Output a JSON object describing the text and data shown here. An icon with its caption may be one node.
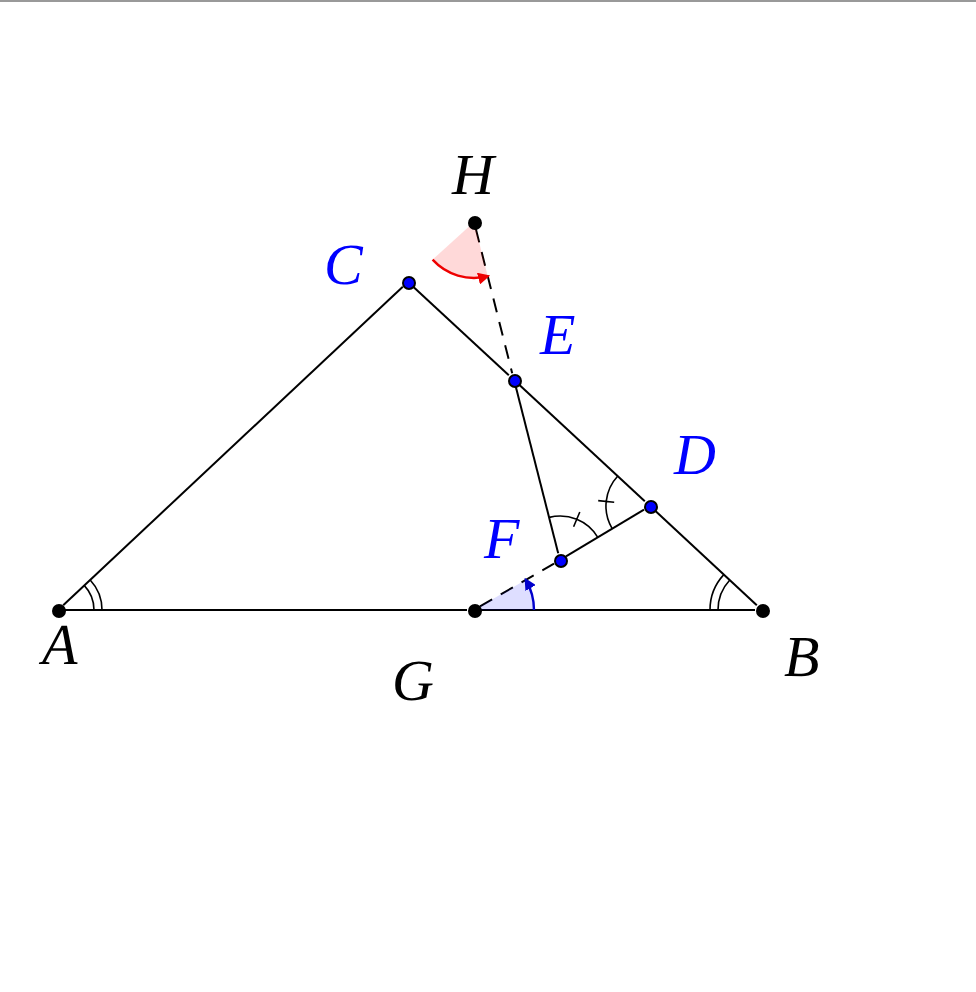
{
  "diagram": {
    "nodes": [
      {
        "text": [
          "H"
        ]
      },
      {
        "text": [
          "C"
        ]
      },
      {
        "text": [
          "E"
        ]
      },
      {
        "text": [
          "D"
        ]
      },
      {
        "text": [
          "F"
        ]
      },
      {
        "text": [
          "A"
        ]
      },
      {
        "text": [
          "B"
        ]
      },
      {
        "text": [
          "G"
        ]
      }
    ],
    "edges": [
      {
        "from": 5,
        "to": 1,
        "arrow": "none"
      },
      {
        "from": 1,
        "to": 2,
        "arrow": "none"
      },
      {
        "from": 2,
        "to": 3,
        "arrow": "none"
      },
      {
        "from": 3,
        "to": 6,
        "arrow": "none"
      },
      {
        "from": 5,
        "to": 7,
        "arrow": "none"
      },
      {
        "from": 7,
        "to": 6,
        "arrow": "none"
      },
      {
        "from": 2,
        "to": 4,
        "arrow": "none"
      },
      {
        "from": 4,
        "to": 3,
        "arrow": "none"
      },
      {
        "from": 7,
        "to": 4,
        "arrow": "none",
        "style": "dashed"
      },
      {
        "from": 0,
        "to": 2,
        "arrow": "none",
        "style": "dashed"
      }
    ]
  }
}
